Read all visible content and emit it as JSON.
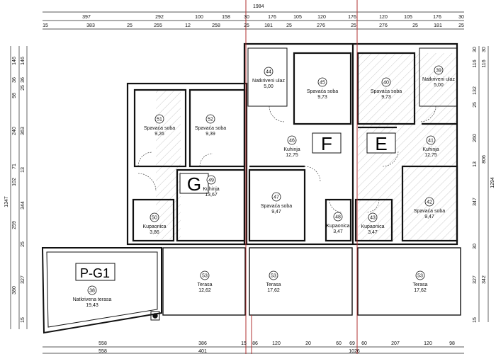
{
  "dimensions": {
    "top_total": "1984",
    "top_row_1": [
      "397",
      "292",
      "100",
      "158",
      "30",
      "176",
      "105",
      "120",
      "176",
      "120",
      "105",
      "176",
      "30"
    ],
    "top_row_2": [
      "15",
      "383",
      "25",
      "255",
      "12",
      "258",
      "25",
      "181",
      "25",
      "276",
      "25",
      "276",
      "25",
      "181",
      "25"
    ],
    "left_total": "1347",
    "left_col_1": [
      "146",
      "36",
      "98",
      "240",
      "71",
      "102",
      "259",
      "380"
    ],
    "left_col_2": [
      "146",
      "36",
      "25",
      "363",
      "13",
      "344",
      "25",
      "327",
      "15"
    ],
    "right_col_1": [
      "30",
      "116",
      "132",
      "25",
      "260",
      "13",
      "347",
      "30",
      "327",
      "15"
    ],
    "right_col_2": [
      "30",
      "116",
      "806",
      "342"
    ],
    "right_total": "1294",
    "bottom_row_1": [
      "558",
      "386",
      "15",
      "86",
      "120",
      "20",
      "60",
      "69",
      "60",
      "207",
      "120",
      "98"
    ],
    "bottom_row_2": [
      "558",
      "401",
      "1026"
    ]
  },
  "units": {
    "G": "G",
    "F": "F",
    "E": "E",
    "PG1": "P-G1"
  },
  "rooms": [
    {
      "number": "51",
      "name": "Spavaća soba",
      "area": "9,26"
    },
    {
      "number": "52",
      "name": "Spavaća soba",
      "area": "9,39"
    },
    {
      "number": "49",
      "name": "Kuhinja",
      "area": "13,67"
    },
    {
      "number": "50",
      "name": "Kupaonica",
      "area": "3,86"
    },
    {
      "number": "44",
      "name": "Natkriveni ulaz",
      "area": "5,00"
    },
    {
      "number": "45",
      "name": "Spavaća soba",
      "area": "9,73"
    },
    {
      "number": "46",
      "name": "Kuhinja",
      "area": "12,75"
    },
    {
      "number": "47",
      "name": "Spavaća soba",
      "area": "9,47"
    },
    {
      "number": "48",
      "name": "Kupaonica",
      "area": "3,47"
    },
    {
      "number": "40",
      "name": "Spavaća soba",
      "area": "9,73"
    },
    {
      "number": "39",
      "name": "Natkriveni ulaz",
      "area": "5,00"
    },
    {
      "number": "41",
      "name": "Kuhinja",
      "area": "12,75"
    },
    {
      "number": "42",
      "name": "Spavaća soba",
      "area": "9,47"
    },
    {
      "number": "43",
      "name": "Kupaonica",
      "area": "3,47"
    },
    {
      "number": "53",
      "name": "Terasa",
      "area": "12,62"
    },
    {
      "number": "53",
      "name": "Terasa",
      "area": "17,62"
    },
    {
      "number": "53",
      "name": "Terasa",
      "area": "17,62"
    },
    {
      "number": "38",
      "name": "Natkrivena terasa",
      "area": "19,43"
    }
  ],
  "colors": {
    "wall": "#111111",
    "hatch": "#9a9a9a",
    "axis_line": "#b03030"
  }
}
